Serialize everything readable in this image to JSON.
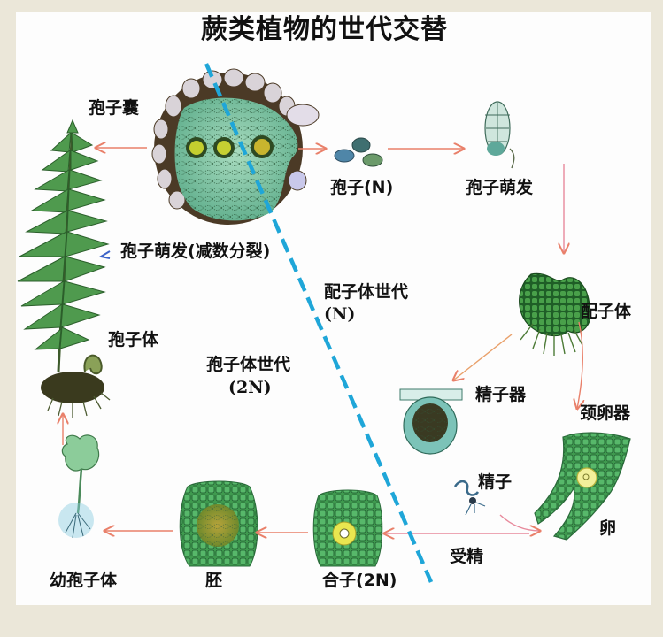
{
  "title": "蕨类植物的世代交替",
  "colors": {
    "background": "#ebe7d9",
    "panel": "#fdfdfd",
    "divider_dashed_line": "#1fa6d8",
    "arrow": "#e9806a",
    "text": "#111111"
  },
  "generations": {
    "gametophyte": {
      "label": "配子体世代",
      "ploidy": "(N)"
    },
    "sporophyte": {
      "label": "孢子体世代",
      "ploidy": "(2N)"
    }
  },
  "stages": [
    {
      "id": "sporangium",
      "label": "孢子囊"
    },
    {
      "id": "spores",
      "label": "孢子(N)"
    },
    {
      "id": "spore-germination",
      "label": "孢子萌发"
    },
    {
      "id": "gametophyte",
      "label": "配子体"
    },
    {
      "id": "antheridium",
      "label": "精子器"
    },
    {
      "id": "archegonium",
      "label": "颈卵器"
    },
    {
      "id": "sperm",
      "label": "精子"
    },
    {
      "id": "egg",
      "label": "卵"
    },
    {
      "id": "fertilization",
      "label": "受精"
    },
    {
      "id": "zygote",
      "label": "合子(2N)"
    },
    {
      "id": "embryo",
      "label": "胚"
    },
    {
      "id": "young-sporophyte",
      "label": "幼孢子体"
    },
    {
      "id": "sporophyte",
      "label": "孢子体"
    },
    {
      "id": "meiosis-note",
      "label": "孢子萌发(减数分裂)"
    }
  ]
}
